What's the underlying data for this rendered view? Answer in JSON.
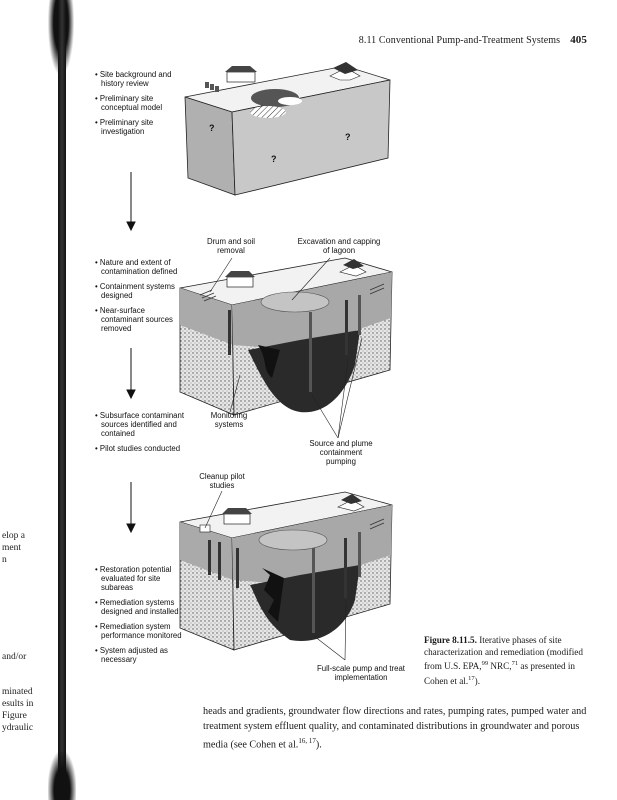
{
  "header": {
    "section": "8.11  Conventional Pump-and-Treatment Systems",
    "page_number": "405"
  },
  "left_margin": {
    "group1": [
      "elop a",
      "ment",
      "n"
    ],
    "group2": [
      "and/or"
    ],
    "group3": [
      "minated",
      "esults in",
      "Figure",
      "ydraulic"
    ]
  },
  "phase1": {
    "bullets": [
      "Site background and history review",
      "Preliminary site conceptual model",
      "Preliminary site investigation"
    ],
    "question_marks": [
      "?",
      "?",
      "?"
    ]
  },
  "phase2": {
    "bullets": [
      "Nature and extent of contamination defined",
      "Containment systems designed",
      "Near-surface contaminant sources removed"
    ],
    "labels": {
      "drum": "Drum and soil removal",
      "excavation": "Excavation and capping of lagoon"
    }
  },
  "phase3": {
    "bullets": [
      "Subsurface contaminant sources identified and contained",
      "Pilot studies conducted"
    ],
    "labels": {
      "monitoring": "Monitoring systems",
      "source": "Source and plume containment pumping",
      "cleanup": "Cleanup pilot studies"
    }
  },
  "phase4": {
    "bullets": [
      "Restoration potential evaluated for site subareas",
      "Remediation systems designed and installed",
      "Remediation system performance monitored",
      "System adjusted as necessary"
    ],
    "labels": {
      "fullscale": "Full-scale pump and treat implementation"
    }
  },
  "caption": {
    "label": "Figure 8.11.5.",
    "text": "Iterative phases of site characterization and remediation (modified from U.S. EPA,",
    "ref1": "99",
    "mid": " NRC,",
    "ref2": "71",
    "end": " as presented in Cohen et al.",
    "ref3": "17",
    "close": ")."
  },
  "body": {
    "text": "heads and gradients, groundwater flow directions and rates, pumping rates, pumped water and treatment system effluent quality, and contaminated distributions in groundwater and porous media (see Cohen et al.",
    "refs": "16, 17",
    "close": ")."
  }
}
